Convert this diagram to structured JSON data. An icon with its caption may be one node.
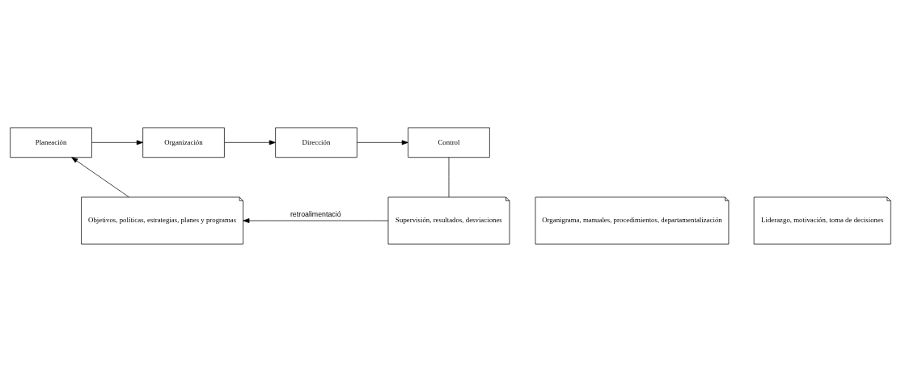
{
  "diagram": {
    "nodes": [
      {
        "text": [
          "Planeación"
        ]
      },
      {
        "text": [
          "Organización"
        ]
      },
      {
        "text": [
          "Dirección"
        ]
      },
      {
        "text": [
          "Control"
        ]
      },
      {
        "text": [
          "Objetivos, políticas, estrategias, planes y programas"
        ]
      },
      {
        "text": [
          "Organigrama, manuales, procedimientos, departamentalización"
        ]
      },
      {
        "text": [
          "Liderazgo, motivación, toma de decisiones"
        ]
      },
      {
        "text": [
          "Supervisión, resultados, desviaciones"
        ]
      }
    ],
    "edges": [
      {
        "from": 0,
        "to": 1,
        "arrow": "to"
      },
      {
        "from": 1,
        "to": 2,
        "arrow": "to"
      },
      {
        "from": 2,
        "to": 3,
        "arrow": "to"
      },
      {
        "from": 4,
        "to": 0,
        "arrow": "to"
      },
      {
        "from": 3,
        "to": 7,
        "arrow": "none"
      },
      {
        "from": 7,
        "to": 4,
        "arrow": "to",
        "label": "retroalimentació"
      }
    ]
  }
}
